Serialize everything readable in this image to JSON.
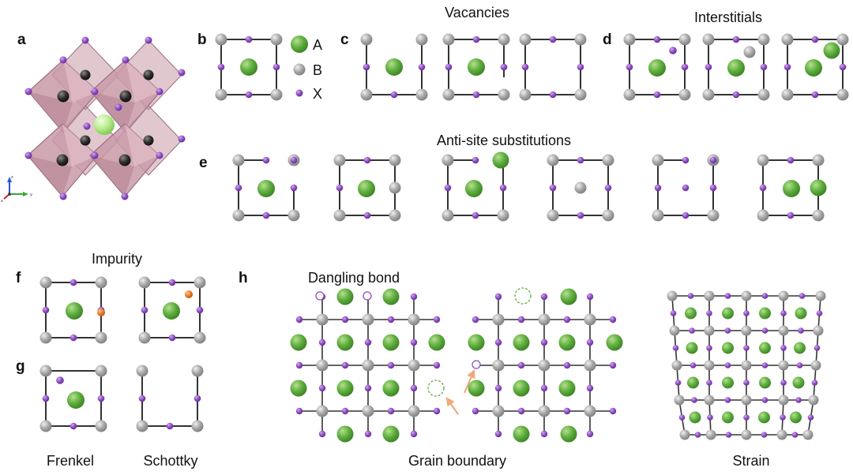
{
  "panel_labels": {
    "a": "a",
    "b": "b",
    "c": "c",
    "d": "d",
    "e": "e",
    "f": "f",
    "g": "g",
    "h": "h"
  },
  "titles": {
    "vacancies": "Vacancies",
    "interstitials": "Interstitials",
    "antisite": "Anti-site substitutions",
    "impurity": "Impurity",
    "dangling_bond": "Dangling bond",
    "frenkel": "Frenkel",
    "schottky": "Schottky",
    "grain_boundary": "Grain boundary",
    "strain": "Strain"
  },
  "legend": [
    {
      "key": "A",
      "kind": "A"
    },
    {
      "key": "B",
      "kind": "B"
    },
    {
      "key": "X",
      "kind": "X"
    }
  ],
  "axes": {
    "z": "z",
    "x": "x",
    "y": "y"
  },
  "colors": {
    "A": "#5fae3f",
    "B": "#a9a9a9",
    "X": "#8e4fc2",
    "impurity": "#e8782a",
    "arrow": "#eeaa7a",
    "bond": "#333333",
    "octahedron": "#c99aa8",
    "octahedron_edge": "#9b6d86",
    "center_sphere": "#b6eb8a",
    "ax_z": "#2255dd",
    "ax_y": "#33aa33",
    "ax_x": "#cc2222"
  }
}
